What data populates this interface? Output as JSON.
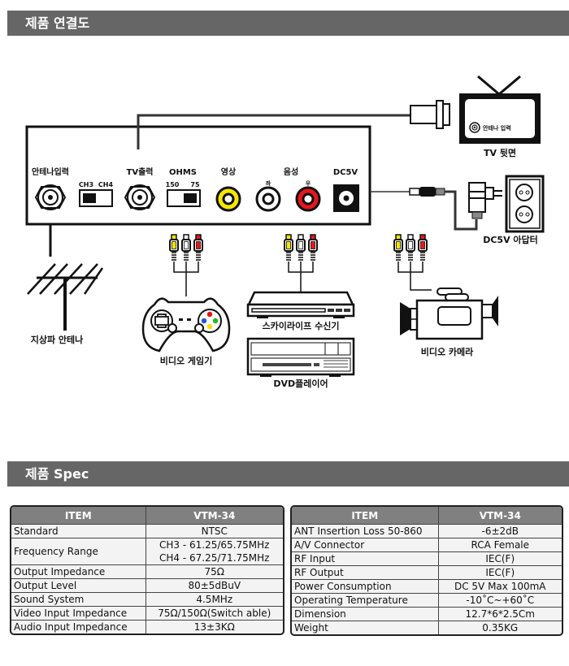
{
  "sections": {
    "connection_title": "제품 연결도",
    "spec_title": "제품 Spec"
  },
  "diagram": {
    "panel_ports": {
      "antenna_in": "안테나입력",
      "ch3": "CH3",
      "ch4": "CH4",
      "tv_out": "TV출력",
      "ohms": "OHMS",
      "ohm_150": "150",
      "ohm_75": "75",
      "video": "영상",
      "audio": "음성",
      "audio_left": "좌",
      "audio_right": "우",
      "dc5v": "DC5V"
    },
    "tv_antenna_label": "안테나 입력",
    "tv_back": "TV 뒷면",
    "adapter": "DC5V 아답터",
    "terrestrial_antenna": "지상파 안테나",
    "video_game": "비디오 게임기",
    "skylife_receiver": "스카이라이프 수신기",
    "dvd_player": "DVD플레이어",
    "video_camera": "비디오 카메라",
    "colors": {
      "video_jack": "#f5e600",
      "audio_left_jack": "#ffffff",
      "audio_right_jack": "#e8161c",
      "btn_red": "#ee1111",
      "btn_green": "#22bb22",
      "btn_blue": "#2255dd",
      "btn_yellow": "#ffdd00"
    }
  },
  "spec_left": {
    "headers": [
      "ITEM",
      "VTM-34"
    ],
    "rows": [
      {
        "item": "Standard",
        "value": "NTSC"
      },
      {
        "item": "Frequency Range",
        "value": "CH3 - 61.25/65.75MHz",
        "value2": "CH4 - 67.25/71.75MHz"
      },
      {
        "item": "Output Impedance",
        "value": "75Ω"
      },
      {
        "item": "Output Level",
        "value": "80±5dBuV"
      },
      {
        "item": "Sound System",
        "value": "4.5MHz"
      },
      {
        "item": "Video Input Impedance",
        "value": "75Ω/150Ω(Switch able)"
      },
      {
        "item": "Audio Input Impedance",
        "value": "13±3KΩ"
      }
    ]
  },
  "spec_right": {
    "headers": [
      "ITEM",
      "VTM-34"
    ],
    "rows": [
      {
        "item": "ANT Insertion Loss 50-860",
        "value": "-6±2dB"
      },
      {
        "item": "A/V Connector",
        "value": "RCA Female"
      },
      {
        "item": "RF Input",
        "value": "IEC(F)"
      },
      {
        "item": "RF Output",
        "value": "IEC(F)"
      },
      {
        "item": "Power Consumption",
        "value": "DC 5V Max 100mA"
      },
      {
        "item": "Operating Temperature",
        "value": "-10˚C~+60˚C"
      },
      {
        "item": "Dimension",
        "value": "12.7*6*2.5Cm"
      },
      {
        "item": "Weight",
        "value": "0.35KG"
      }
    ]
  }
}
